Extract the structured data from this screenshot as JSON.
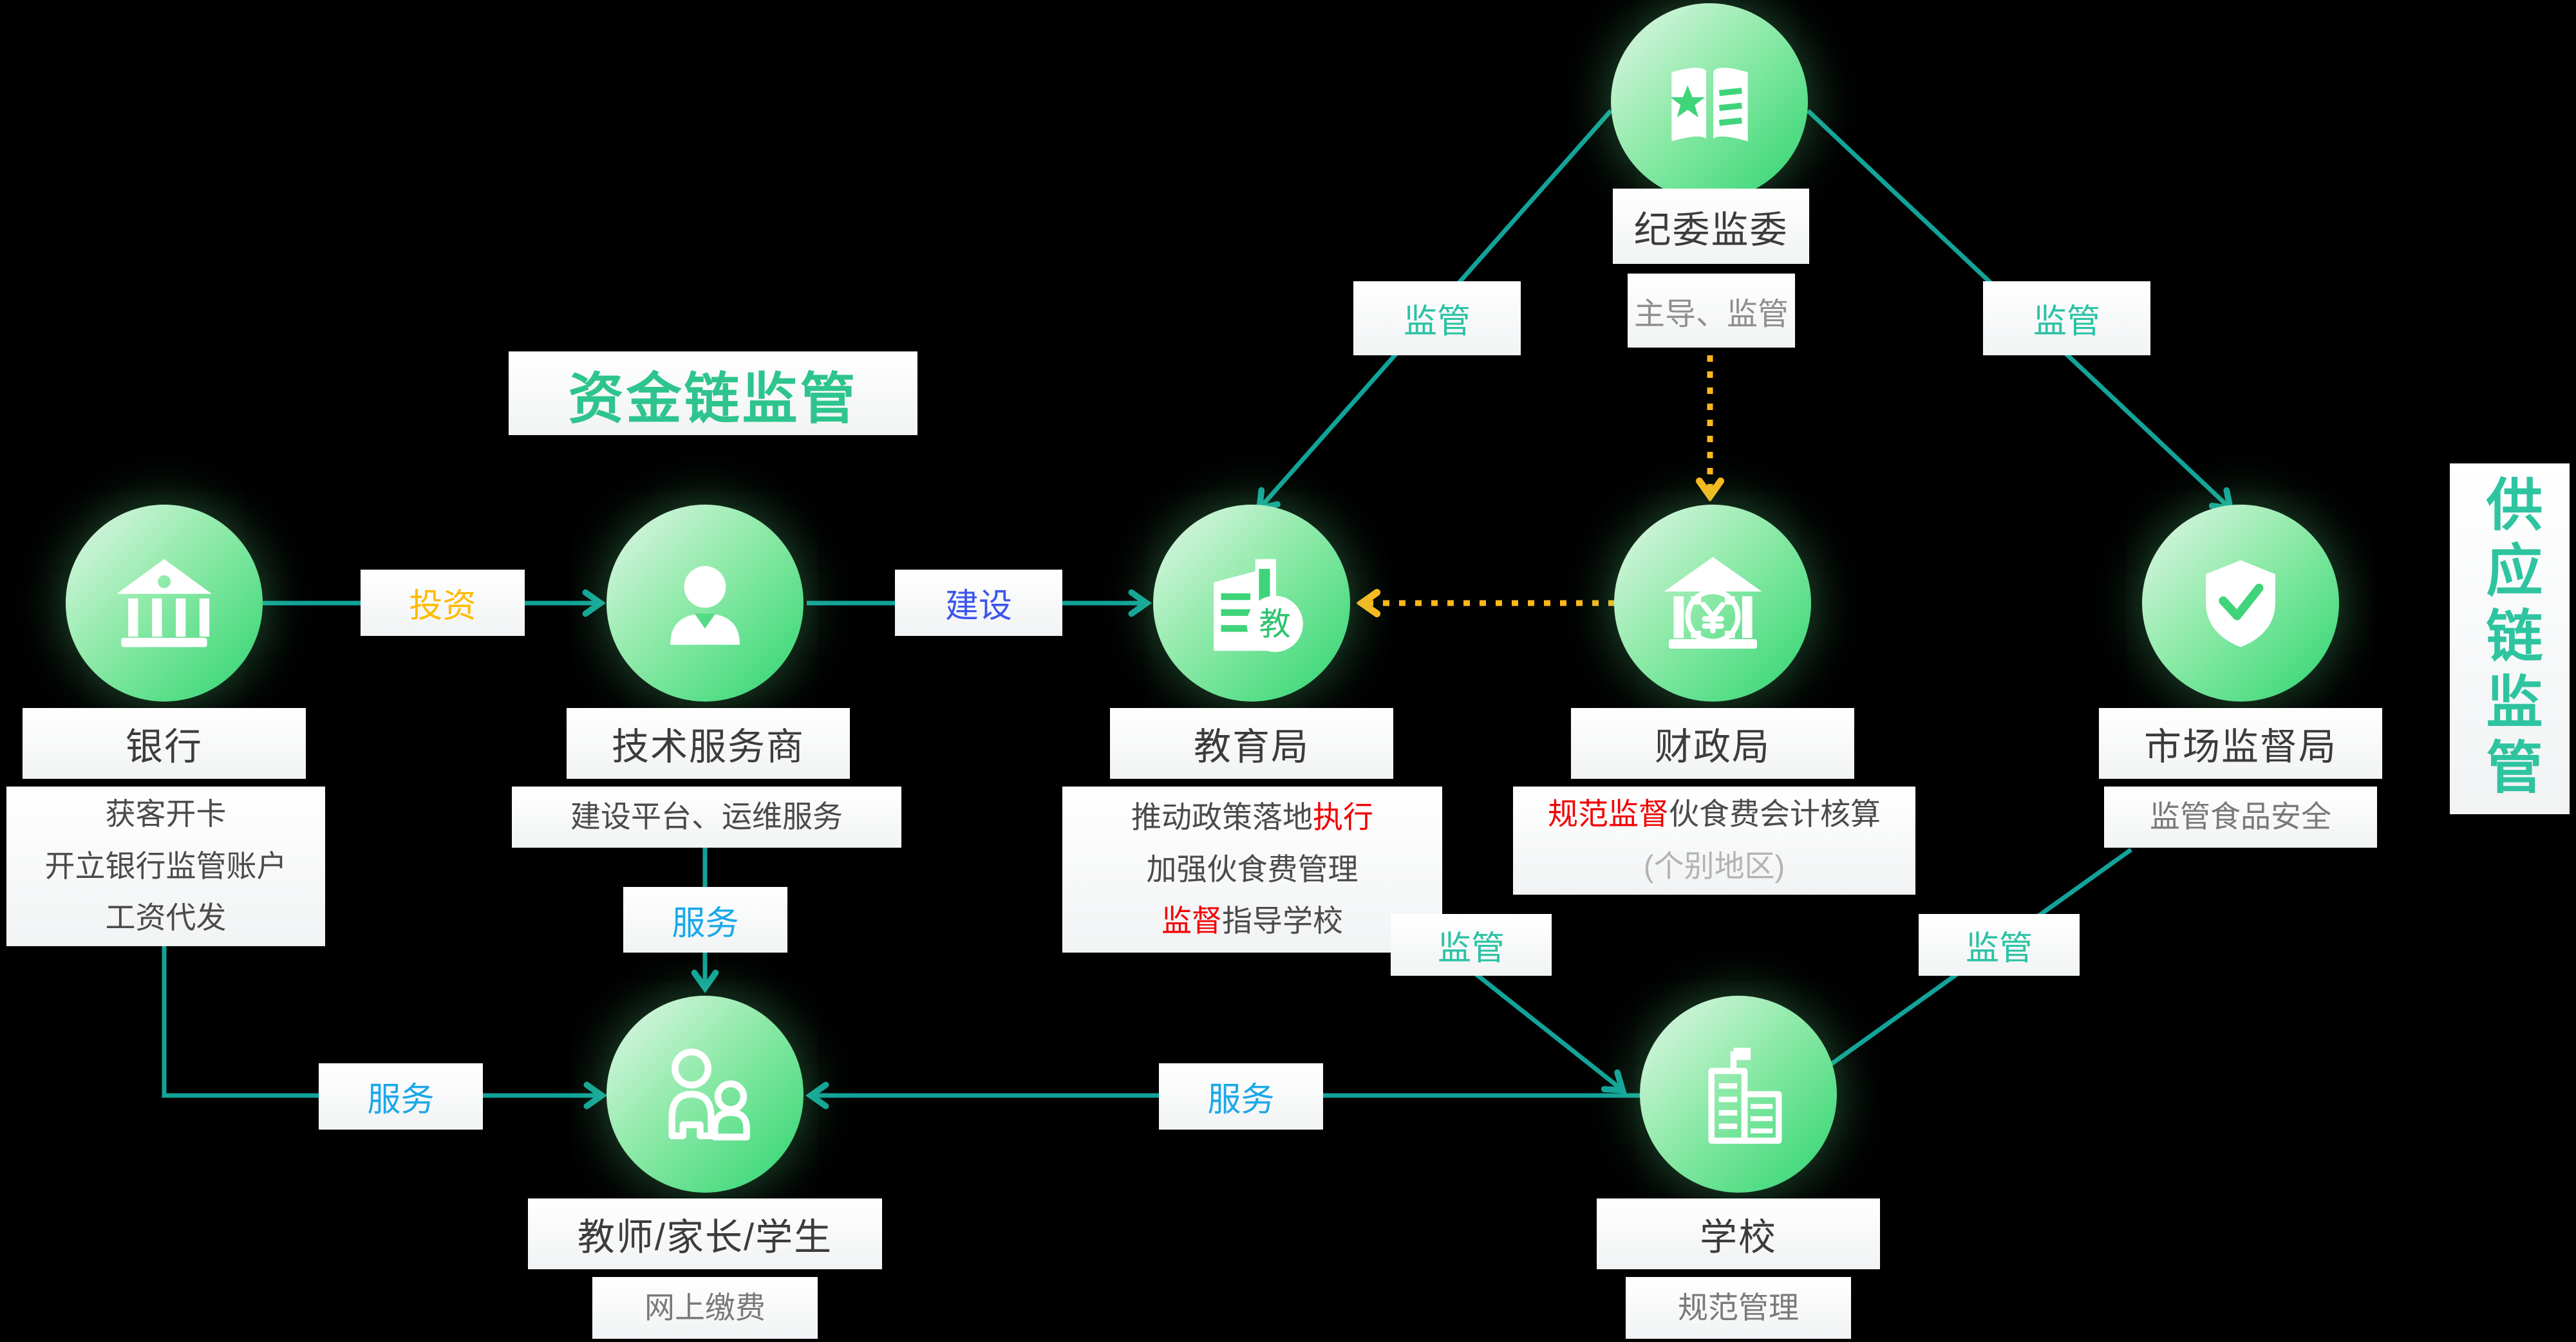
{
  "titles": {
    "fund_chain": "资金链监管",
    "supply_chain": "供应链监管"
  },
  "nodes": {
    "jiwei": {
      "name": "纪委监委",
      "icon": "book-star-icon",
      "note": "主导、监管"
    },
    "bank": {
      "name": "银行",
      "icon": "bank-building-icon",
      "desc1": "获客开卡",
      "desc2": "开立银行监管账户",
      "desc3": "工资代发"
    },
    "tech": {
      "name": "技术服务商",
      "icon": "person-icon",
      "desc": "建设平台、运维服务"
    },
    "edu": {
      "name": "教育局",
      "icon": "education-bureau-icon",
      "badge": "教",
      "desc1_pre": "推动政策落地",
      "desc1_red": "执行",
      "desc2": "加强伙食费管理",
      "desc3_red": "监督",
      "desc3_post": "指导学校"
    },
    "finance": {
      "name": "财政局",
      "icon": "treasury-yuan-icon",
      "desc1_red": "规范监督",
      "desc1_post": "伙食费会计核算",
      "desc2": "(个别地区)"
    },
    "market": {
      "name": "市场监督局",
      "icon": "shield-check-icon",
      "desc": "监管食品安全"
    },
    "users": {
      "name": "教师/家长/学生",
      "icon": "people-icon",
      "desc": "网上缴费"
    },
    "school": {
      "name": "学校",
      "icon": "school-building-icon",
      "desc": "规范管理"
    }
  },
  "edge_labels": {
    "invest": "投资",
    "build": "建设",
    "supervise_top_left": "监管",
    "supervise_top_right": "监管",
    "serve_tech": "服务",
    "serve_bank": "服务",
    "serve_school": "服务",
    "supervise_edu": "监管",
    "supervise_market": "监管"
  },
  "colors": {
    "background": "#000000",
    "teal_line": "#12a39a",
    "teal_label": "#2cc2a5",
    "green_title": "#2ec48e",
    "circle_green": "#2ed470",
    "yellow": "#ffb81a",
    "blue_build": "#3d56eb",
    "blue_serve": "#1ba8e8",
    "red": "#f30000",
    "dark_text": "#3c3c3c",
    "gray_text": "#7a7a7a",
    "light_gray_text": "#b3b3b3"
  }
}
